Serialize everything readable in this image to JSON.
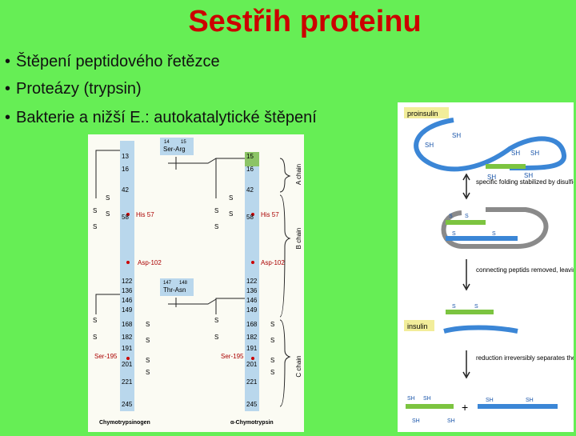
{
  "slide": {
    "title": "Sestřih proteinu",
    "bullets": [
      "Štěpení peptidového řetězce",
      "Proteázy (trypsin)",
      "Bakterie a nižší E.: autokatalytické štěpení"
    ],
    "bullet_glyph": "•"
  },
  "left_figure": {
    "left_chain": {
      "numbers": [
        "13",
        "16",
        "42",
        "58",
        "122",
        "136",
        "146",
        "149",
        "168",
        "182",
        "191",
        "201",
        "221",
        "245"
      ],
      "caption": "Chymotrypsinogen"
    },
    "right_chain": {
      "numbers": [
        "15",
        "16",
        "42",
        "58",
        "122",
        "136",
        "146",
        "149",
        "168",
        "182",
        "191",
        "201",
        "221",
        "245"
      ],
      "caption": "α-Chymotrypsin"
    },
    "residues": {
      "his": "His 57",
      "asp": "Asp-102",
      "ser": "Ser-195"
    },
    "cleavage_top": {
      "nums": [
        "14",
        "15"
      ],
      "pair": "Ser-Arg"
    },
    "cleavage_mid": {
      "nums": [
        "147",
        "148"
      ],
      "pair": "Thr-Asn"
    },
    "chain_labels": {
      "a": "A chain",
      "b": "B chain",
      "c": "C chain"
    },
    "ss": {
      "s": "S"
    },
    "colors": {
      "chain": "#b9d7ec",
      "border": "#222222"
    }
  },
  "right_figure": {
    "proinsulin_label": "proinsulin",
    "insulin_label": "insulin",
    "step1": "specific folding stabilized by disulfice bonds",
    "step2": "connecting peptids removed, leaving complete two-chain insulin molecule",
    "step3": "reduction irreversibly separates the two chains",
    "sh": "SH",
    "s": "S",
    "plus": "+",
    "colors": {
      "chain_blue": "#3b86d6",
      "chain_green": "#7cc440",
      "chain_gray": "#8a8a8a",
      "label_bg": "#f2ed9a"
    }
  }
}
